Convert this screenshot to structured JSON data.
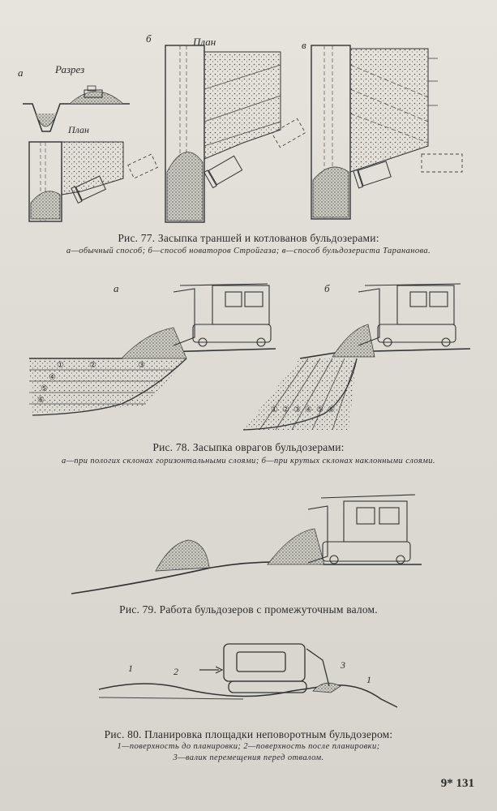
{
  "fig77": {
    "label_a": "а",
    "label_b": "б",
    "label_v": "в",
    "section_label": "Разрез",
    "plan_label_a": "План",
    "plan_label_b": "План",
    "caption": "Рис. 77. Засыпка траншей и котлованов бульдозерами:",
    "subcaption": "а—обычный способ; б—способ новаторов Стройгаза; в—способ бульдозериста Тарананова."
  },
  "fig78": {
    "label_a": "а",
    "label_b": "б",
    "layers_a": [
      "①",
      "②",
      "③",
      "④",
      "⑤",
      "⑥"
    ],
    "layers_b": [
      "①",
      "②",
      "③",
      "④",
      "⑤",
      "⑥"
    ],
    "caption": "Рис. 78. Засыпка оврагов бульдозерами:",
    "subcaption": "а—при пологих склонах горизонтальными слоями; б—при крутых склонах наклонными слоями."
  },
  "fig79": {
    "caption": "Рис. 79. Работа бульдозеров с промежуточным валом."
  },
  "fig80": {
    "label_1a": "1",
    "label_2": "2",
    "label_3": "3",
    "label_1b": "1",
    "caption": "Рис. 80. Планировка площадки неповоротным бульдозером:",
    "subcaption_1": "1—поверхность до планировки; 2—поверхность после планировки;",
    "subcaption_2": "3—валик перемещения перед отвалом."
  },
  "page_number": "9* 131"
}
